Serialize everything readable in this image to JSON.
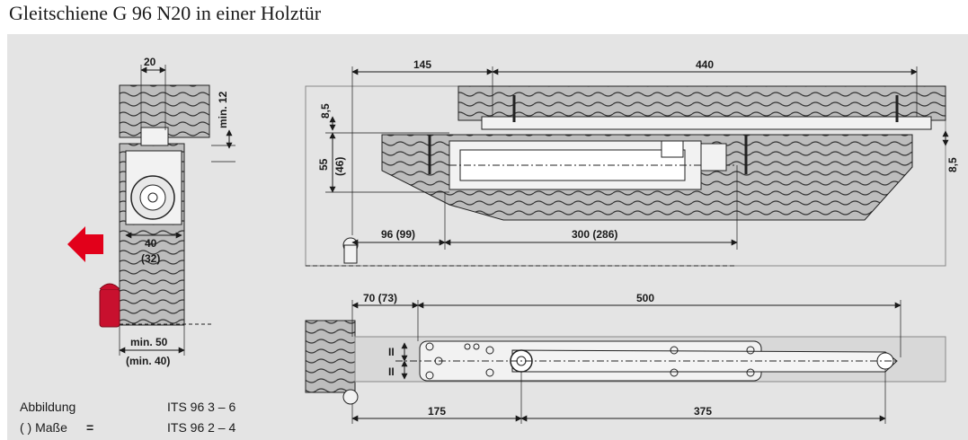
{
  "title": "Gleitschiene G 96 N20 in einer Holztür",
  "section": {
    "width_top": "20",
    "min_12": "min. 12",
    "width_40": "40",
    "width_40_alt": "(32)",
    "min_50": "min. 50",
    "min_40": "(min. 40)"
  },
  "top_view": {
    "d_145": "145",
    "d_440": "440",
    "d_8_5_left": "8,5",
    "d_55": "55",
    "d_46": "(46)",
    "d_8_5_right": "8,5",
    "d_96": "96 (99)",
    "d_300": "300 (286)"
  },
  "bottom_view": {
    "d_70": "70 (73)",
    "d_500": "500",
    "d_175": "175",
    "d_375": "375",
    "mark": "II"
  },
  "legend": {
    "label_1": "Abbildung",
    "value_1": "ITS 96 3 – 6",
    "label_2": "( ) Maße",
    "equals": "=",
    "value_2": "ITS 96 2 – 4"
  },
  "colors": {
    "panel": "#e4e4e4",
    "wood": "#bdbdbd",
    "arrow": "#e2001a",
    "stop": "#c8102e"
  }
}
